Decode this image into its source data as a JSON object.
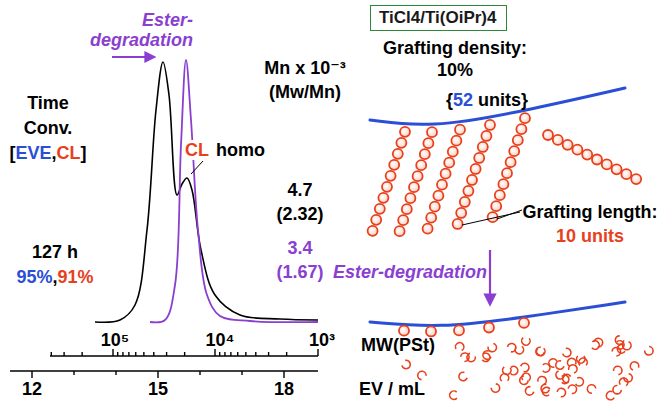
{
  "diagram": {
    "nodes": [
      {
        "text": [
          "TiCl4/Ti(OiPr)4"
        ]
      }
    ],
    "labels": [
      "Ester-degradation",
      "Time",
      "Conv.",
      "[",
      "EVE",
      ",",
      "CL",
      "]",
      "127 h",
      "95%",
      ",",
      "91%",
      "CL",
      "homo",
      "Mn x 10⁻³",
      "(Mw/Mn)",
      "4.7",
      "(2.32)",
      "3.4",
      "(1.67)",
      "Grafting density:",
      "10%",
      "{",
      "52",
      "units}",
      "Grafting length:",
      "10 units",
      "Ester-degradation",
      "10⁵",
      "10⁴",
      "10³",
      "MW(PSt)",
      "12",
      "15",
      "18",
      "EV / mL"
    ]
  }
}
